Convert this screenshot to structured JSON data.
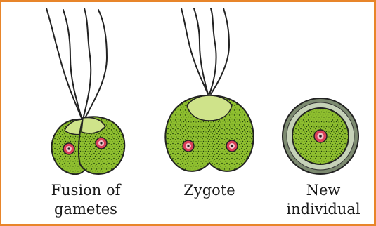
{
  "stages": [
    {
      "id": "fusion",
      "label_line1": "Fusion of",
      "label_line2": "gametes"
    },
    {
      "id": "zygote",
      "label_line1": "Zygote",
      "label_line2": ""
    },
    {
      "id": "new",
      "label_line1": "New",
      "label_line2": "individual"
    }
  ],
  "colors": {
    "frame": "#e8852a",
    "cell_green": "#8fbf2f",
    "cell_light": "#cfe38a",
    "stipple": "#1f3d0c",
    "nucleus_ring": "#d9405a",
    "nucleus_inner": "#f3c2cc",
    "wall": "#7c8a70",
    "wall_light": "#c6d2b8"
  }
}
